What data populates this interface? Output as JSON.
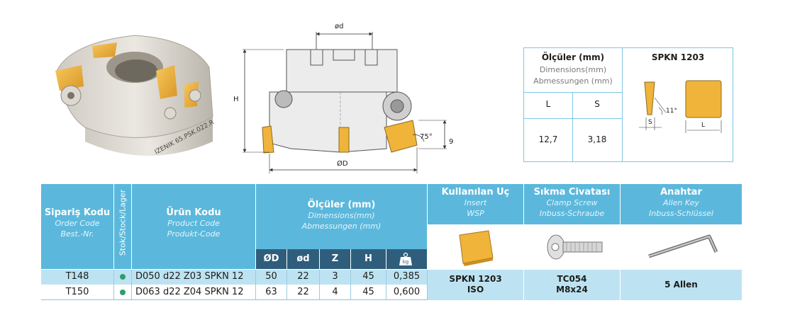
{
  "drawing": {
    "dim_od": "ød",
    "dim_H": "H",
    "dim_OD": "ØD",
    "dim_angle": "75°",
    "dim_9": "9",
    "body_engraving": "IZENIK 65.PSK.022.R"
  },
  "dimension_box": {
    "title": "Ölçüler (mm)",
    "subtitle_en": "Dimensions(mm)",
    "subtitle_de": "Abmessungen (mm)",
    "col_L": "L",
    "col_S": "S",
    "val_L": "12,7",
    "val_S": "3,18",
    "insert_title": "SPKN 1203",
    "insert_angle": "11°",
    "insert_S": "S",
    "insert_L": "L"
  },
  "table": {
    "headers": {
      "order_code": {
        "tr": "Sipariş Kodu",
        "en": "Order Code",
        "de": "Best.-Nr."
      },
      "stock": "Stok/Stock/Lager",
      "product_code": {
        "tr": "Ürün Kodu",
        "en": "Product Code",
        "de": "Produkt-Code"
      },
      "dimensions": {
        "tr": "Ölçüler (mm)",
        "en": "Dimensions(mm)",
        "de": "Abmessungen (mm)"
      },
      "insert": {
        "tr": "Kullanılan Uç",
        "en": "Insert",
        "de": "WSP"
      },
      "screw": {
        "tr": "Sıkma Civatası",
        "en": "Clamp Screw",
        "de": "Inbuss-Schraube"
      },
      "key": {
        "tr": "Anahtar",
        "en": "Allen Key",
        "de": "Inbuss-Schlüssel"
      }
    },
    "dim_columns": [
      "ØD",
      "ød",
      "Z",
      "H",
      "kg"
    ],
    "rows": [
      {
        "order": "T148",
        "product": "D050 d22 Z03 SPKN 12",
        "OD": "50",
        "od": "22",
        "Z": "3",
        "H": "45",
        "kg": "0,385"
      },
      {
        "order": "T150",
        "product": "D063 d22 Z04 SPKN 12",
        "OD": "63",
        "od": "22",
        "Z": "4",
        "H": "45",
        "kg": "0,600"
      }
    ],
    "insert_value": {
      "line1": "SPKN 1203",
      "line2": "ISO"
    },
    "screw_value": {
      "line1": "TC054",
      "line2": "M8x24"
    },
    "key_value": "5 Allen"
  },
  "colors": {
    "header": "#5bb8dc",
    "header_dark": "#2f5e7c",
    "row_highlight": "#bde3f2",
    "insert_gold": "#f0b43a",
    "stock_dot": "#2e9e6a"
  }
}
